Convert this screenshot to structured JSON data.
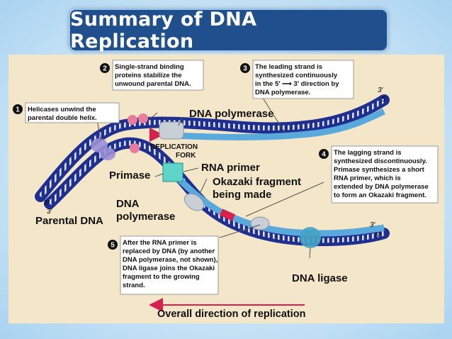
{
  "title": "Summary of DNA Replication",
  "steps": [
    {
      "num": "1",
      "lines": [
        "Helicases unwind the",
        "parental double helix."
      ]
    },
    {
      "num": "2",
      "lines": [
        "Single-strand binding",
        "proteins stabilize the",
        "unwound parental DNA."
      ]
    },
    {
      "num": "3",
      "lines": [
        "The leading strand is",
        "synthesized continuously",
        "in the 5′ ⟶ 3′ direction by",
        "DNA polymerase."
      ]
    },
    {
      "num": "4",
      "lines": [
        "The lagging strand is",
        "synthesized discontinuously.",
        "Primase synthesizes a short",
        "RNA primer, which is",
        "extended by DNA polymerase",
        "to form an Okazaki fragment."
      ]
    },
    {
      "num": "5",
      "lines": [
        "After the RNA primer is",
        "replaced by DNA (by another",
        "DNA polymerase, not shown),",
        "DNA ligase joins the Okazaki",
        "fragment to the growing",
        "strand."
      ]
    }
  ],
  "labels": {
    "dna_polymerase_top": "DNA polymerase",
    "replication_fork_1": "REPLICATION",
    "replication_fork_2": "FORK",
    "primase": "Primase",
    "rna_primer": "RNA primer",
    "okazaki_1": "Okazaki fragment",
    "okazaki_2": "being made",
    "dna_polymerase_low_1": "DNA",
    "dna_polymerase_low_2": "polymerase",
    "parental_dna": "Parental DNA",
    "dna_ligase": "DNA ligase",
    "overall_direction": "Overall direction of replication"
  },
  "ends": {
    "left_top": "5′",
    "left_bottom": "3′",
    "right_top_a": "3′",
    "right_top_b": "5′",
    "right_bottom_a": "3′",
    "right_bottom_b": "5′"
  },
  "colors": {
    "title_bg": "#1f4f8c",
    "parental_strand": "#1e2f8f",
    "new_strand": "#5aa9dd",
    "rna_primer": "#d8204f",
    "arrow": "#d8204f",
    "figure_bg": "#f4e6c8"
  }
}
